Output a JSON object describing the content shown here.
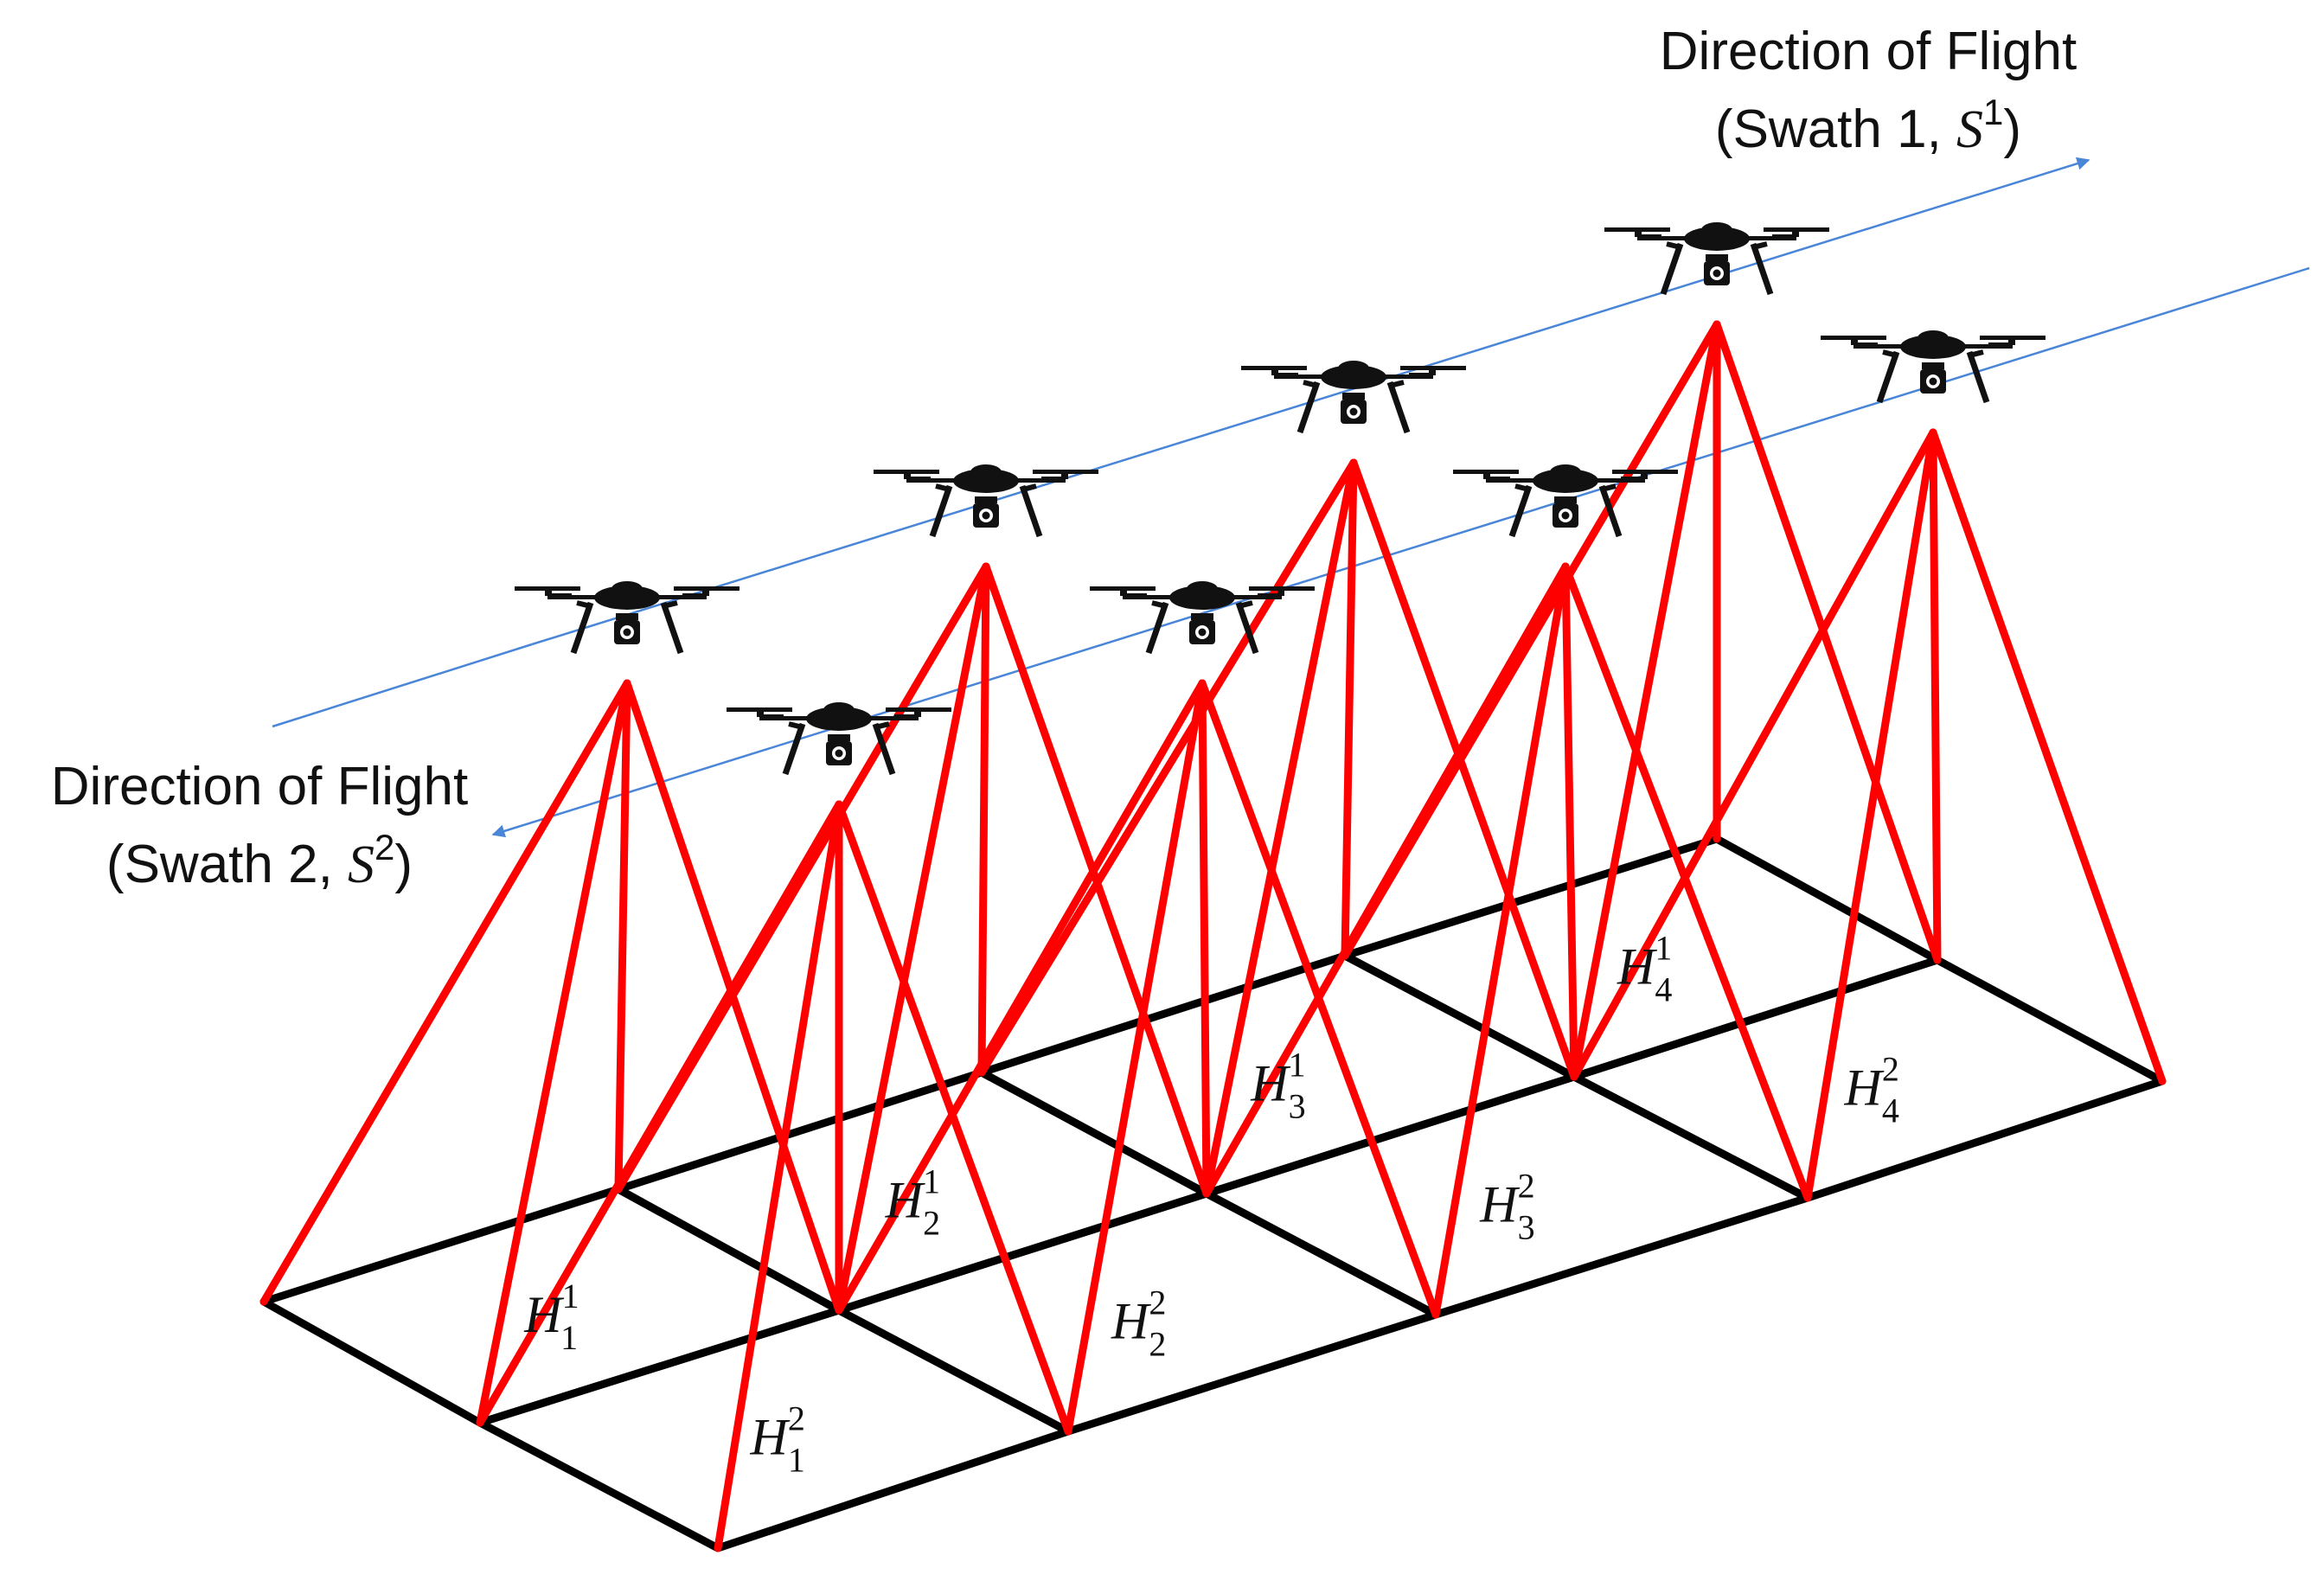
{
  "swath1": {
    "label_line1": "Direction of Flight",
    "label_prefix": "(Swath 1, ",
    "label_symbol": "S",
    "label_sup": "1",
    "label_suffix": ")"
  },
  "swath2": {
    "label_line1": "Direction of Flight",
    "label_prefix": "(Swath 2, ",
    "label_symbol": "S",
    "label_sup": "2",
    "label_suffix": ")"
  },
  "cells": [
    {
      "id": "H-1-1",
      "symbol": "H",
      "sub": "1",
      "sup": "1"
    },
    {
      "id": "H-2-1",
      "symbol": "H",
      "sub": "2",
      "sup": "1"
    },
    {
      "id": "H-3-1",
      "symbol": "H",
      "sub": "3",
      "sup": "1"
    },
    {
      "id": "H-4-1",
      "symbol": "H",
      "sub": "4",
      "sup": "1"
    },
    {
      "id": "H-1-2",
      "symbol": "H",
      "sub": "1",
      "sup": "2"
    },
    {
      "id": "H-2-2",
      "symbol": "H",
      "sub": "2",
      "sup": "2"
    },
    {
      "id": "H-3-2",
      "symbol": "H",
      "sub": "3",
      "sup": "2"
    },
    {
      "id": "H-4-2",
      "symbol": "H",
      "sub": "4",
      "sup": "2"
    }
  ],
  "colors": {
    "frustum": "#ff0000",
    "grid": "#000000",
    "flight_path": "#4a86d8",
    "drone": "#111111"
  },
  "icons": [
    "drone-icon",
    "camera-icon",
    "arrow-icon"
  ]
}
